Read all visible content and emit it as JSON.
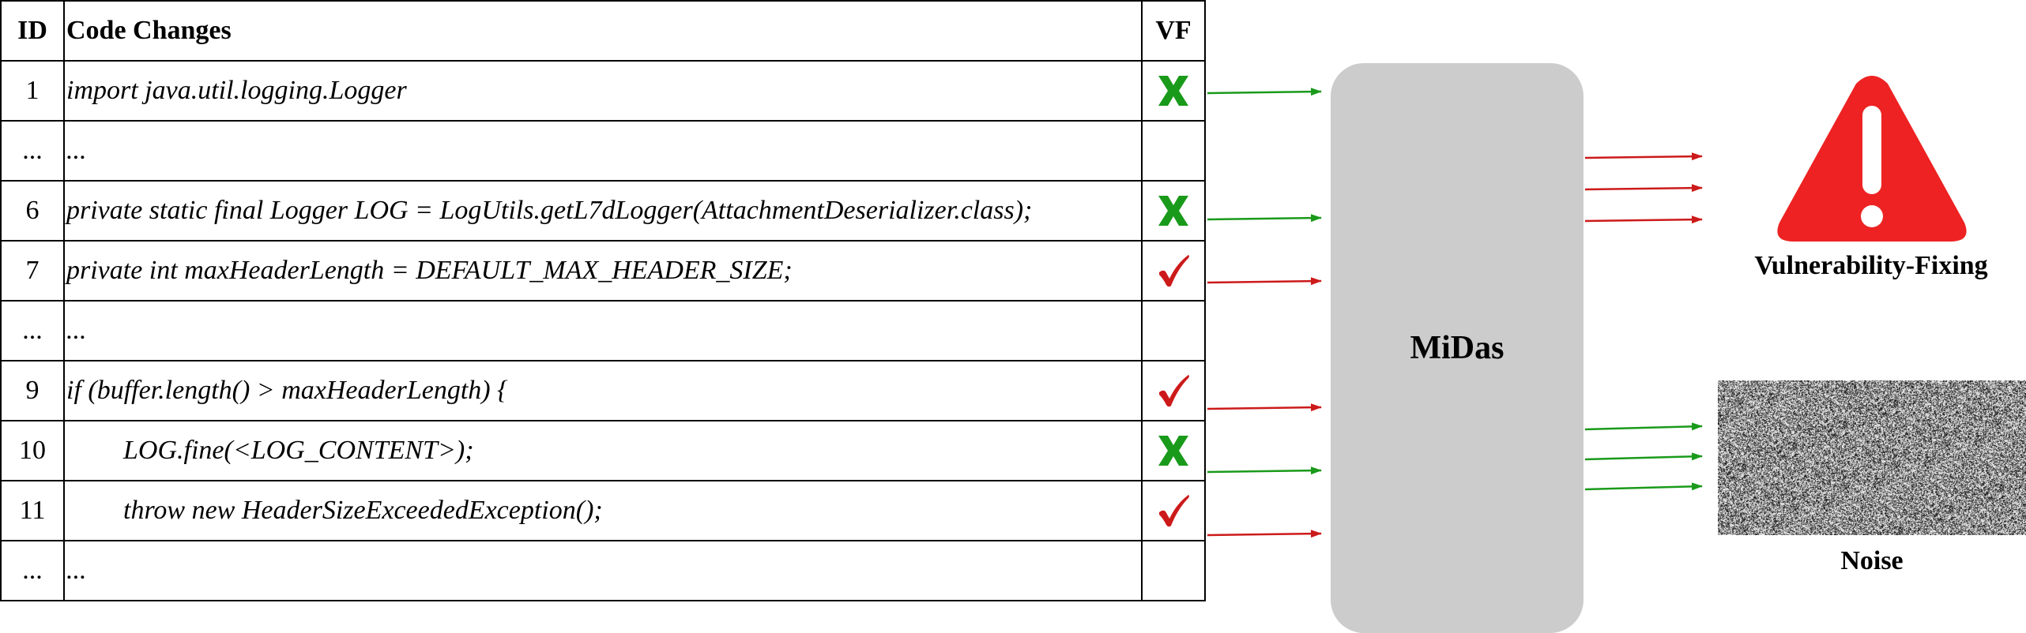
{
  "table": {
    "headers": {
      "id": "ID",
      "code": "Code Changes",
      "vf": "VF"
    },
    "rows": [
      {
        "id": "1",
        "code": "import java.util.logging.Logger",
        "vf": "cross"
      },
      {
        "id": "...",
        "code": "...",
        "vf": ""
      },
      {
        "id": "6",
        "code": "private static final Logger LOG = LogUtils.getL7dLogger(AttachmentDeserializer.class);",
        "vf": "cross"
      },
      {
        "id": "7",
        "code": "private int maxHeaderLength = DEFAULT_MAX_HEADER_SIZE;",
        "vf": "check"
      },
      {
        "id": "...",
        "code": "...",
        "vf": ""
      },
      {
        "id": "9",
        "code": "if (buffer.length() > maxHeaderLength) {",
        "vf": "check"
      },
      {
        "id": "10",
        "code": "LOG.fine(<LOG_CONTENT>);",
        "vf": "cross",
        "indent": true
      },
      {
        "id": "11",
        "code": "throw new HeaderSizeExceededException();",
        "vf": "check",
        "indent": true
      },
      {
        "id": "...",
        "code": "...",
        "vf": ""
      }
    ]
  },
  "model": {
    "label": "MiDas"
  },
  "outputs": {
    "vulnerability_label": "Vulnerability-Fixing",
    "noise_label": "Noise"
  },
  "colors": {
    "cross": "#1a9a1a",
    "check": "#cc1a1a",
    "arrow_green": "#1a9a1a",
    "arrow_red": "#cc1a1a",
    "warning": "#ee2222",
    "box": "#cccccc"
  },
  "icons": {
    "cross": "x-mark-icon",
    "check": "check-mark-icon",
    "warning": "warning-triangle-icon",
    "noise": "static-noise-image"
  }
}
